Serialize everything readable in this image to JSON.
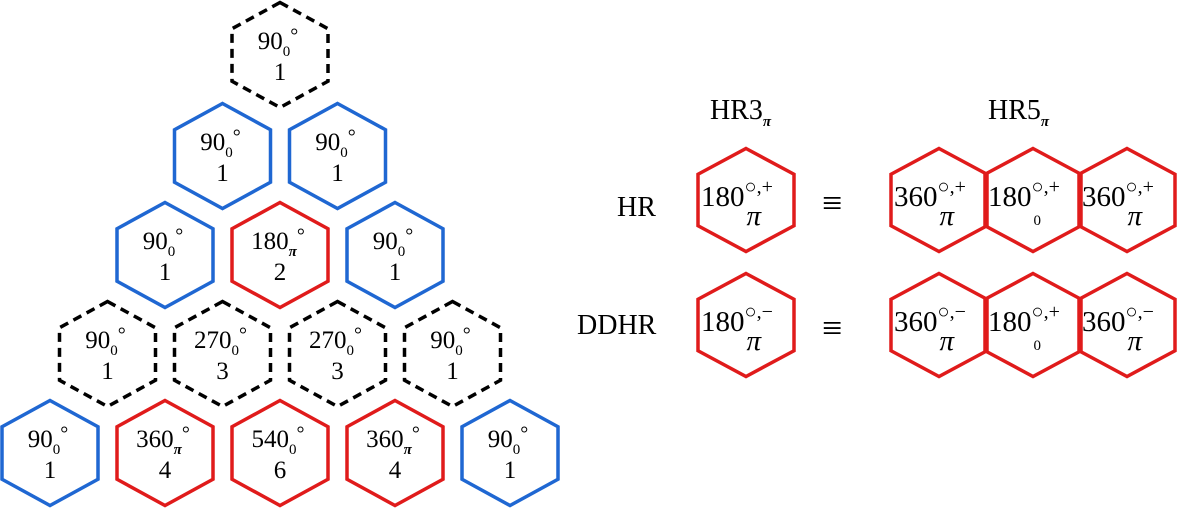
{
  "colors": {
    "blue": "#1f67d2",
    "red": "#e01b1b",
    "black": "#000000"
  },
  "pyramid": [
    {
      "kind": "dashed",
      "top": {
        "num": "90",
        "sub": "0",
        "sup": "°"
      },
      "bottom": "1"
    },
    {
      "kind": "blue",
      "top": {
        "num": "90",
        "sub": "0",
        "sup": "°"
      },
      "bottom": "1"
    },
    {
      "kind": "blue",
      "top": {
        "num": "90",
        "sub": "0",
        "sup": "°"
      },
      "bottom": "1"
    },
    {
      "kind": "blue",
      "top": {
        "num": "90",
        "sub": "0",
        "sup": "°"
      },
      "bottom": "1"
    },
    {
      "kind": "red",
      "top": {
        "num": "180",
        "sub": "π",
        "sup": "°"
      },
      "bottom": "2"
    },
    {
      "kind": "blue",
      "top": {
        "num": "90",
        "sub": "0",
        "sup": "°"
      },
      "bottom": "1"
    },
    {
      "kind": "dashed",
      "top": {
        "num": "90",
        "sub": "0",
        "sup": "°"
      },
      "bottom": "1"
    },
    {
      "kind": "dashed",
      "top": {
        "num": "270",
        "sub": "0",
        "sup": "°"
      },
      "bottom": "3"
    },
    {
      "kind": "dashed",
      "top": {
        "num": "270",
        "sub": "0",
        "sup": "°"
      },
      "bottom": "3"
    },
    {
      "kind": "dashed",
      "top": {
        "num": "90",
        "sub": "0",
        "sup": "°"
      },
      "bottom": "1"
    },
    {
      "kind": "blue",
      "top": {
        "num": "90",
        "sub": "0",
        "sup": "°"
      },
      "bottom": "1"
    },
    {
      "kind": "red",
      "top": {
        "num": "360",
        "sub": "π",
        "sup": "°"
      },
      "bottom": "4"
    },
    {
      "kind": "red",
      "top": {
        "num": "540",
        "sub": "0",
        "sup": "°"
      },
      "bottom": "6"
    },
    {
      "kind": "red",
      "top": {
        "num": "360",
        "sub": "π",
        "sup": "°"
      },
      "bottom": "4"
    },
    {
      "kind": "blue",
      "top": {
        "num": "90",
        "sub": "0",
        "sup": "°"
      },
      "bottom": "1"
    }
  ],
  "headers": {
    "hr3": {
      "text": "HR3",
      "sub": "π"
    },
    "hr5": {
      "text": "HR5",
      "sub": "π"
    }
  },
  "rows": [
    {
      "label": "HR",
      "equiv": "≡",
      "hr3": {
        "num": "180",
        "sup": "○,+",
        "sub": "π"
      },
      "hr5": [
        {
          "num": "360",
          "sup": "○,+",
          "sub": "π"
        },
        {
          "num": "180",
          "sup": "○,+",
          "sub": "0"
        },
        {
          "num": "360",
          "sup": "○,+",
          "sub": "π"
        }
      ]
    },
    {
      "label": "DDHR",
      "equiv": "≡",
      "hr3": {
        "num": "180",
        "sup": "○,−",
        "sub": "π"
      },
      "hr5": [
        {
          "num": "360",
          "sup": "○,−",
          "sub": "π"
        },
        {
          "num": "180",
          "sup": "○,+",
          "sub": "0"
        },
        {
          "num": "360",
          "sup": "○,−",
          "sub": "π"
        }
      ]
    }
  ]
}
